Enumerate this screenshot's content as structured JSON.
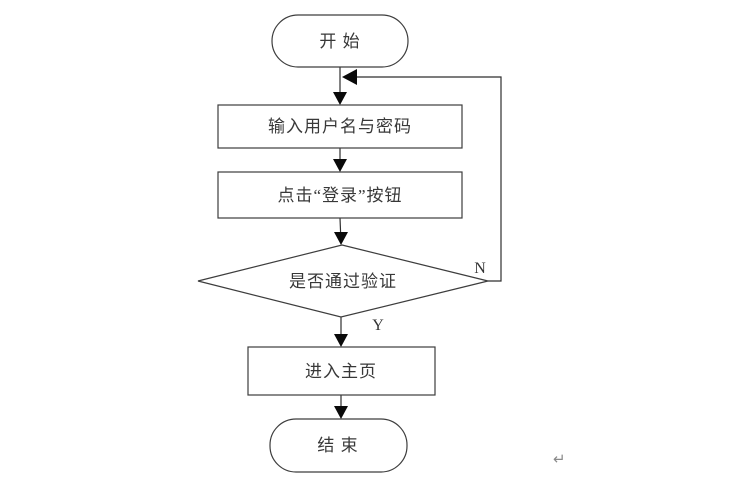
{
  "flowchart": {
    "nodes": {
      "start": {
        "label": "开 始",
        "type": "terminator"
      },
      "input": {
        "label": "输入用户名与密码",
        "type": "process"
      },
      "click": {
        "label": "点击“登录”按钮",
        "type": "process"
      },
      "decision": {
        "label": "是否通过验证",
        "type": "decision"
      },
      "home": {
        "label": "进入主页",
        "type": "process"
      },
      "end": {
        "label": "结 束",
        "type": "terminator"
      }
    },
    "edge_labels": {
      "no": "N",
      "yes": "Y"
    },
    "colors": {
      "shape_stroke": "#3d3d3d",
      "edge_stroke": "#2f2f2f",
      "arrow_fill": "#0a0a0a",
      "text": "#383838",
      "background": "#ffffff"
    }
  },
  "trailing_mark": "↵"
}
